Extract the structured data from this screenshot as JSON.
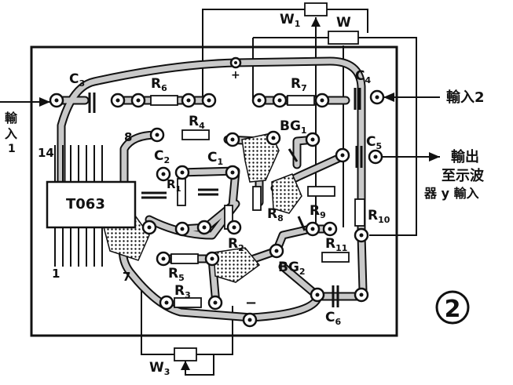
{
  "figure_number": "②",
  "ic_label": "T063",
  "pin_labels": {
    "p14": "14",
    "p8": "8",
    "p1": "1",
    "p7": "7"
  },
  "components": {
    "C1": "C",
    "C2": "C",
    "C3": "C",
    "C4": "C",
    "C5": "C",
    "C6": "C",
    "R1": "R",
    "R2": "R",
    "R3": "R",
    "R4": "R",
    "R5": "R",
    "R6": "R",
    "R7": "R",
    "R8": "R",
    "R9": "R",
    "R10": "R",
    "R11": "R",
    "BG1": "BG",
    "BG2": "BG",
    "W1": "W",
    "W": "W",
    "W3": "W"
  },
  "subscripts": {
    "C1": "1",
    "C2": "2",
    "C3": "3",
    "C4": "4",
    "C5": "5",
    "C6": "6",
    "R1": "1",
    "R2": "2",
    "R3": "3",
    "R4": "4",
    "R5": "5",
    "R6": "6",
    "R7": "7",
    "R8": "8",
    "R9": "9",
    "R10": "10",
    "R11": "11",
    "BG1": "1",
    "BG2": "2",
    "W1": "1",
    "W3": "3"
  },
  "io": {
    "input1_line1": "輸",
    "input1_line2": "入",
    "input1_line3": "1",
    "input2": "輸入2",
    "output_line1": "輸出",
    "output_line2": "至示波",
    "output_line3": "器 y 輸入"
  },
  "polarity": {
    "plus": "+",
    "minus": "−"
  }
}
